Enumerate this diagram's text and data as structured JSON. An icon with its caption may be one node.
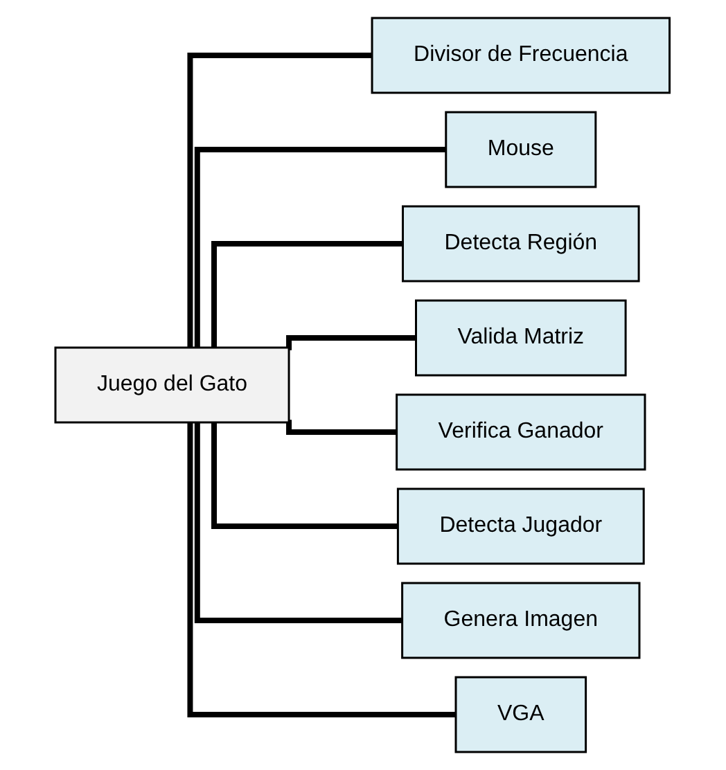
{
  "diagram": {
    "nodes": [
      {
        "text": [
          "Juego del Gato"
        ]
      },
      {
        "text": [
          "Divisor de Frecuencia"
        ]
      },
      {
        "text": [
          "Mouse"
        ]
      },
      {
        "text": [
          "Detecta Región"
        ]
      },
      {
        "text": [
          "Valida Matriz"
        ]
      },
      {
        "text": [
          "Verifica Ganador"
        ]
      },
      {
        "text": [
          "Detecta Jugador"
        ]
      },
      {
        "text": [
          "Genera Imagen"
        ]
      },
      {
        "text": [
          "VGA"
        ]
      }
    ],
    "edges": [
      {
        "from": 0,
        "to": 1,
        "arrow": "none"
      },
      {
        "from": 0,
        "to": 2,
        "arrow": "none"
      },
      {
        "from": 0,
        "to": 3,
        "arrow": "none"
      },
      {
        "from": 0,
        "to": 4,
        "arrow": "none"
      },
      {
        "from": 0,
        "to": 5,
        "arrow": "none"
      },
      {
        "from": 0,
        "to": 6,
        "arrow": "none"
      },
      {
        "from": 0,
        "to": 7,
        "arrow": "none"
      },
      {
        "from": 0,
        "to": 8,
        "arrow": "none"
      }
    ]
  }
}
